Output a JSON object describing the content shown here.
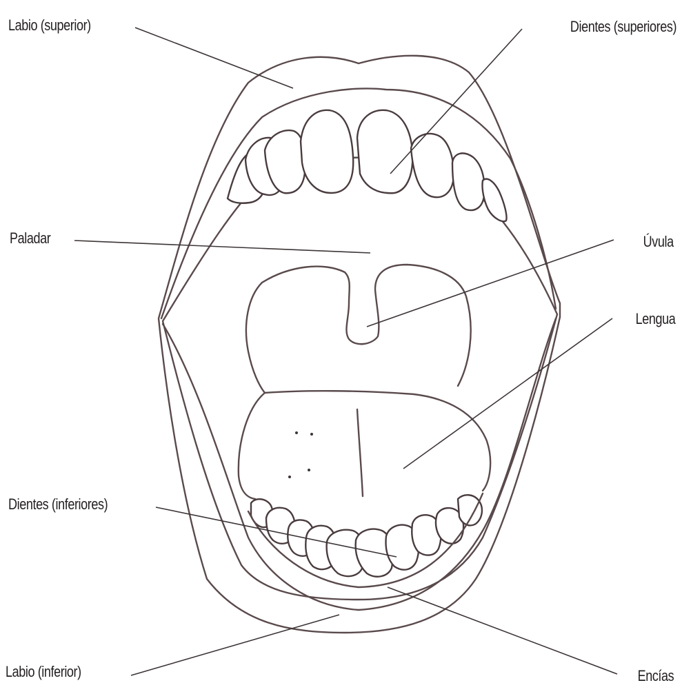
{
  "labels": {
    "labio_superior": "Labio (superior)",
    "dientes_superiores": "Dientes (superiores)",
    "paladar": "Paladar",
    "uvula": "Úvula",
    "lengua": "Lengua",
    "dientes_inferiores": "Dientes (inferiores)",
    "labio_inferior": "Labio (inferior)",
    "encias": "Encías"
  }
}
